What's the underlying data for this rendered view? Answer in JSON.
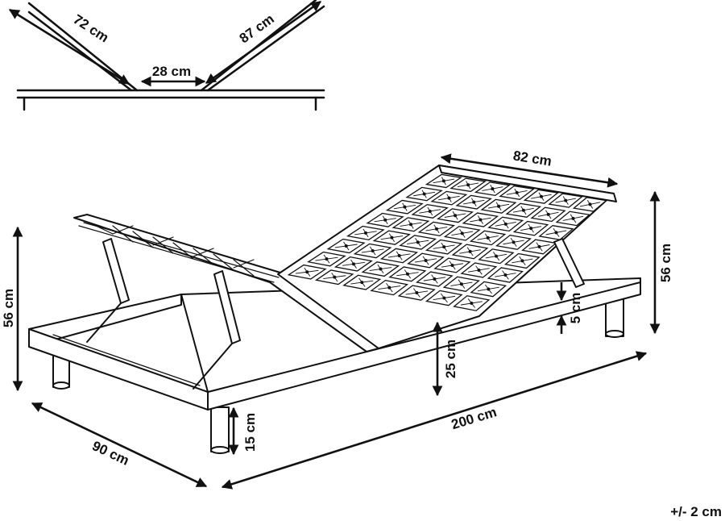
{
  "top_diagram": {
    "left_arm": "72 cm",
    "right_arm": "87 cm",
    "gap": "28 cm"
  },
  "main_diagram": {
    "backrest_width": "82 cm",
    "right_total_height": "56 cm",
    "left_total_height": "56 cm",
    "frame_height": "5 cm",
    "center_height": "25 cm",
    "leg_height": "15 cm",
    "width": "90 cm",
    "length": "200 cm"
  },
  "tolerance": "+/- 2 cm",
  "colors": {
    "ink": "#111111",
    "background": "#ffffff"
  }
}
